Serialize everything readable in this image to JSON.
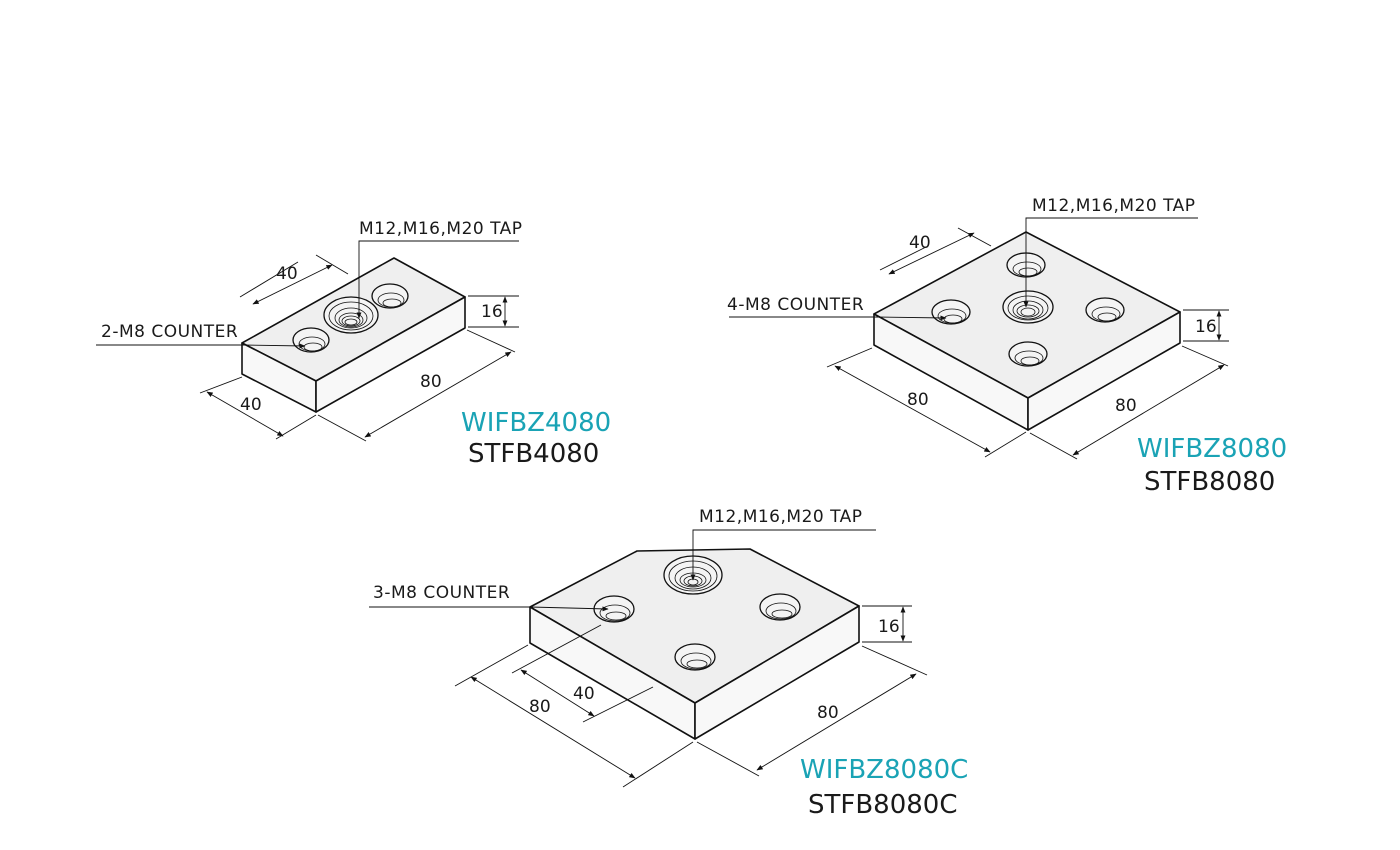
{
  "accent_color": "#1aa3b5",
  "text_color": "#1a1a1a",
  "parts": [
    {
      "id": "part-4080",
      "code_a": "WIFBZ4080",
      "code_b": "STFB4080",
      "tap_label": "M12,M16,M20 TAP",
      "counter_label": "2-M8 COUNTER",
      "dims": {
        "width": "40",
        "length": "80",
        "thickness": "16",
        "pitch": "40"
      }
    },
    {
      "id": "part-8080",
      "code_a": "WIFBZ8080",
      "code_b": "STFB8080",
      "tap_label": "M12,M16,M20 TAP",
      "counter_label": "4-M8 COUNTER",
      "dims": {
        "pitch": "40",
        "thickness": "16",
        "width": "80",
        "length": "80"
      }
    },
    {
      "id": "part-8080c",
      "code_a": "WIFBZ8080C",
      "code_b": "STFB8080C",
      "tap_label": "M12,M16,M20 TAP",
      "counter_label": "3-M8 COUNTER",
      "dims": {
        "thickness": "16",
        "pitch": "40",
        "width": "80",
        "length": "80"
      }
    }
  ]
}
